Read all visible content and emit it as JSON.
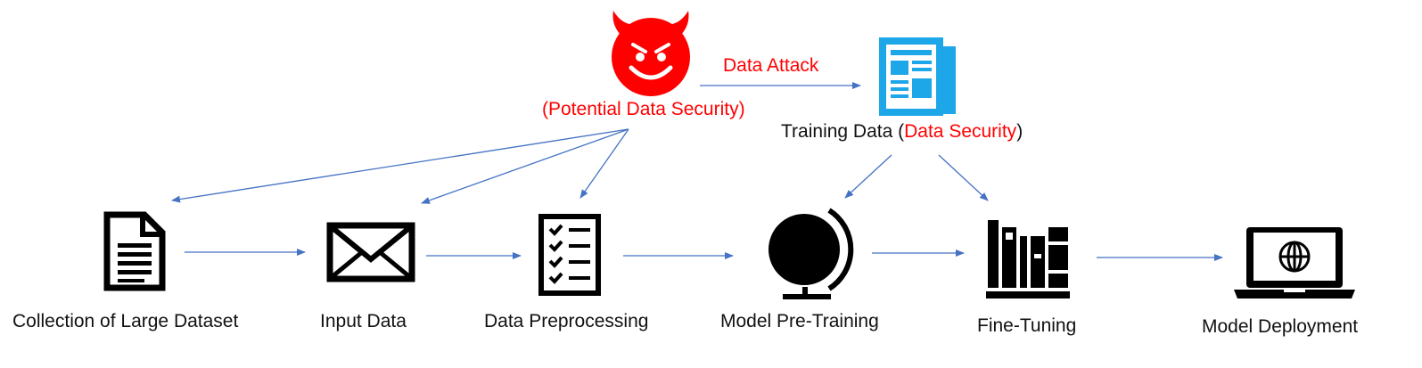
{
  "colors": {
    "attacker": "#ff0000",
    "document_blue": "#1ea7e8",
    "arrow": "#4472c4",
    "icon_black": "#000000",
    "highlight_red": "#ff0000"
  },
  "attacker": {
    "icon": "devil-face-icon",
    "label": "(Potential Data Security)"
  },
  "attack_edge": {
    "label": "Data Attack"
  },
  "training_data": {
    "icon": "newspaper-icon",
    "label_prefix": "Training Data (",
    "label_highlight": "Data Security",
    "label_suffix": ")"
  },
  "pipeline": [
    {
      "label": "Collection of Large Dataset",
      "icon": "document-icon"
    },
    {
      "label": "Input Data",
      "icon": "envelope-icon"
    },
    {
      "label": "Data Preprocessing",
      "icon": "checklist-icon"
    },
    {
      "label": "Model Pre-Training",
      "icon": "globe-icon"
    },
    {
      "label": "Fine-Tuning",
      "icon": "books-icon"
    },
    {
      "label": "Model Deployment",
      "icon": "laptop-globe-icon"
    }
  ]
}
